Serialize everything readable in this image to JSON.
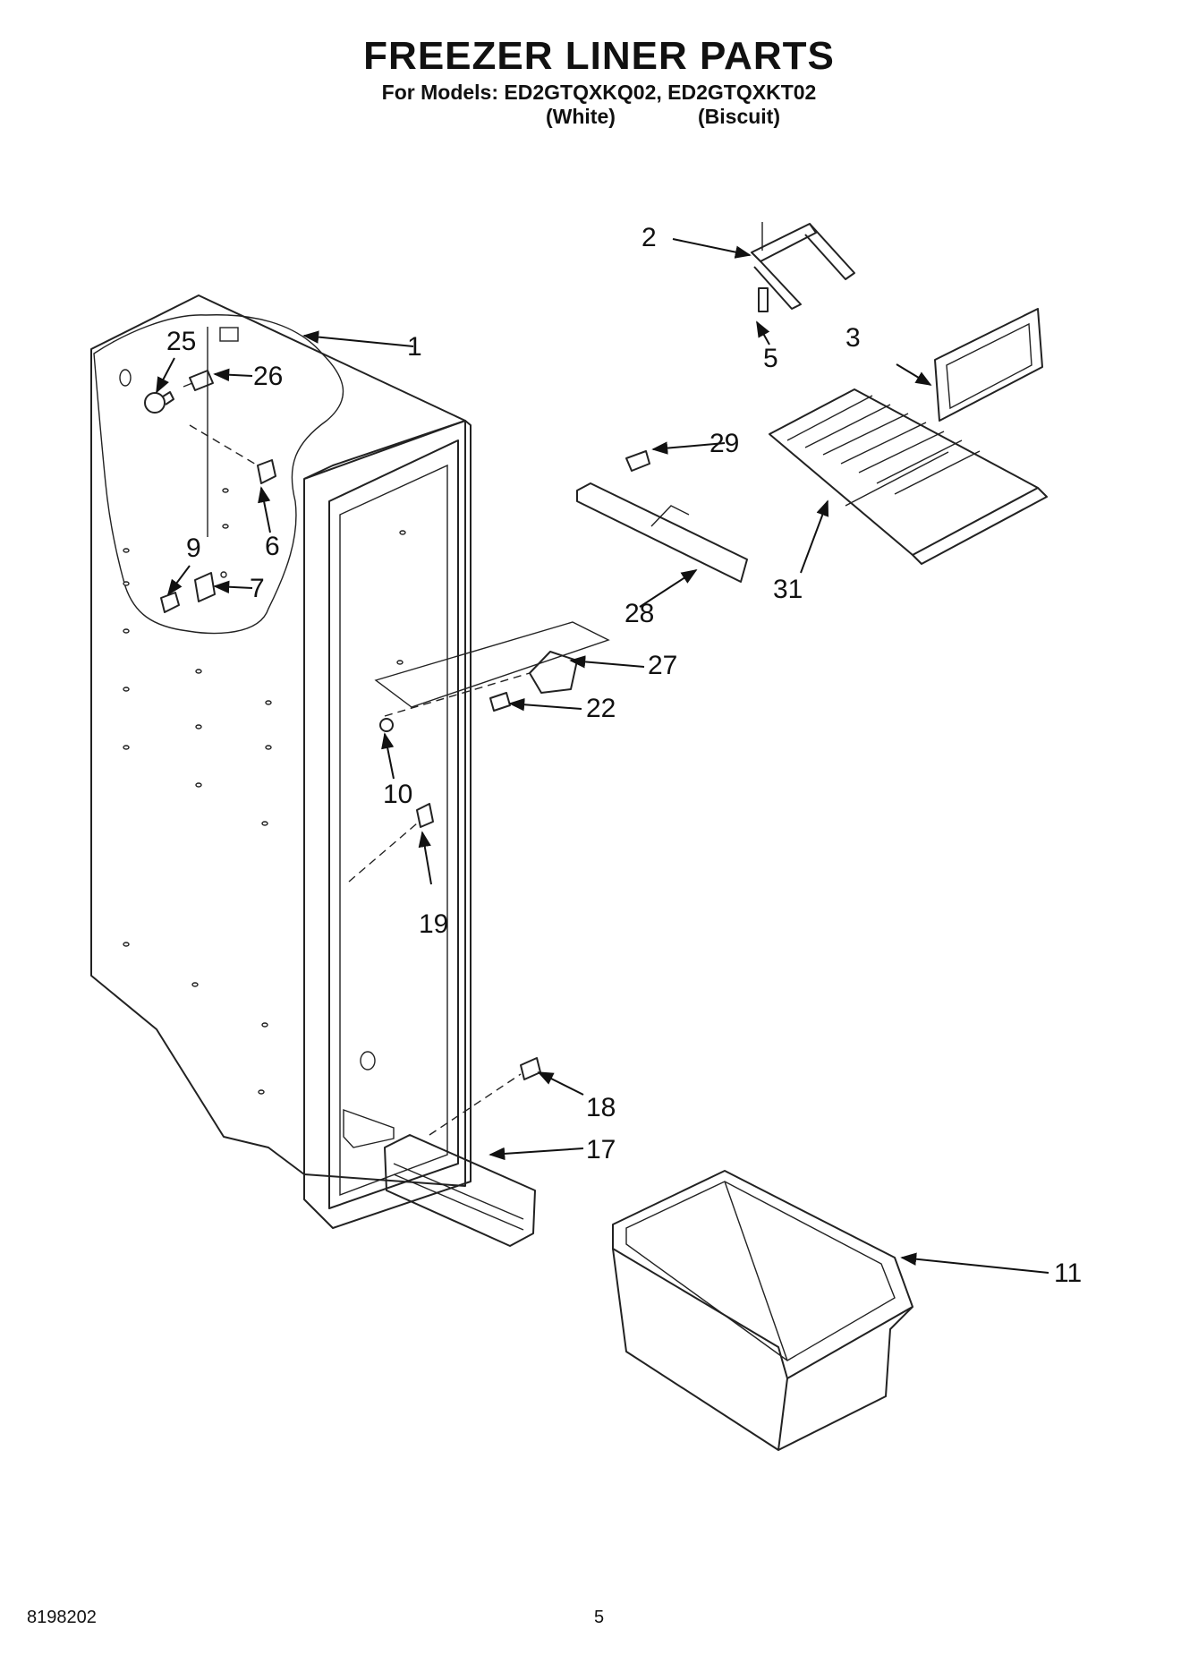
{
  "header": {
    "title": "FREEZER LINER PARTS",
    "models_line": "For Models: ED2GTQXKQ02, ED2GTQXKT02",
    "variant_1": "(White)",
    "variant_2": "(Biscuit)"
  },
  "callouts": [
    "1",
    "2",
    "3",
    "5",
    "25",
    "26",
    "29",
    "6",
    "9",
    "7",
    "31",
    "28",
    "27",
    "22",
    "10",
    "19",
    "18",
    "17",
    "11"
  ],
  "footer": {
    "doc_number": "8198202",
    "page_number": "5"
  }
}
